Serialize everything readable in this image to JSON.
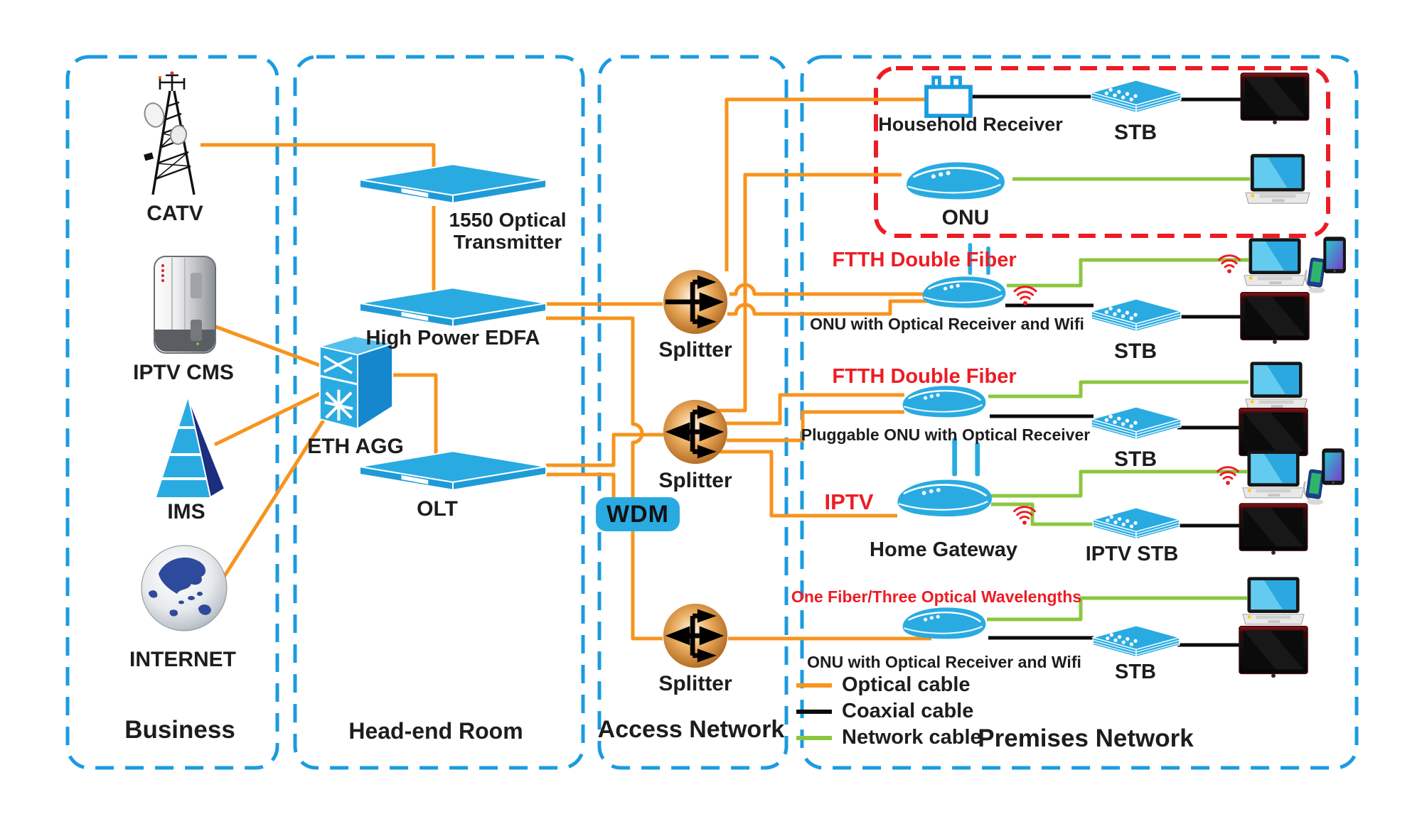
{
  "zones": {
    "business": {
      "label": "Business"
    },
    "headend": {
      "label": "Head-end Room"
    },
    "access": {
      "label": "Access Network"
    },
    "premises": {
      "label": "Premises Network"
    }
  },
  "business": {
    "catv": "CATV",
    "iptv_cms": "IPTV CMS",
    "ims": "IMS",
    "internet": "INTERNET"
  },
  "headend": {
    "optical_transmitter": "1550 Optical Transmitter",
    "edfa": "High Power EDFA",
    "eth_agg": "ETH AGG",
    "olt": "OLT"
  },
  "access": {
    "splitter1": "Splitter",
    "splitter2": "Splitter",
    "splitter3": "Splitter",
    "wdm": "WDM"
  },
  "premises": {
    "row1": {
      "device": "Household Receiver",
      "stb": "STB"
    },
    "row2": {
      "device": "ONU"
    },
    "row3": {
      "tag": "FTTH Double Fiber",
      "device": "ONU with Optical Receiver and Wifi",
      "stb": "STB"
    },
    "row4": {
      "tag": "FTTH Double Fiber",
      "device": "Pluggable ONU with Optical Receiver",
      "stb": "STB"
    },
    "row5": {
      "tag": "IPTV",
      "device": "Home Gateway",
      "stb": "IPTV STB"
    },
    "row6": {
      "tag": "One Fiber/Three Optical Wavelengths",
      "device": "ONU with Optical Receiver and Wifi",
      "stb": "STB"
    }
  },
  "legend": {
    "items": [
      {
        "label": "Optical cable",
        "color": "#F7941D"
      },
      {
        "label": "Coaxial cable",
        "color": "#0B0B0B"
      },
      {
        "label": "Network cable",
        "color": "#8CC63F"
      }
    ]
  },
  "colors": {
    "optical": "#F7941D",
    "coaxial": "#0B0B0B",
    "network": "#8CC63F",
    "zone_border": "#1B9BE0",
    "highlight": "#ED1C24",
    "device_blue": "#29ABE2"
  }
}
